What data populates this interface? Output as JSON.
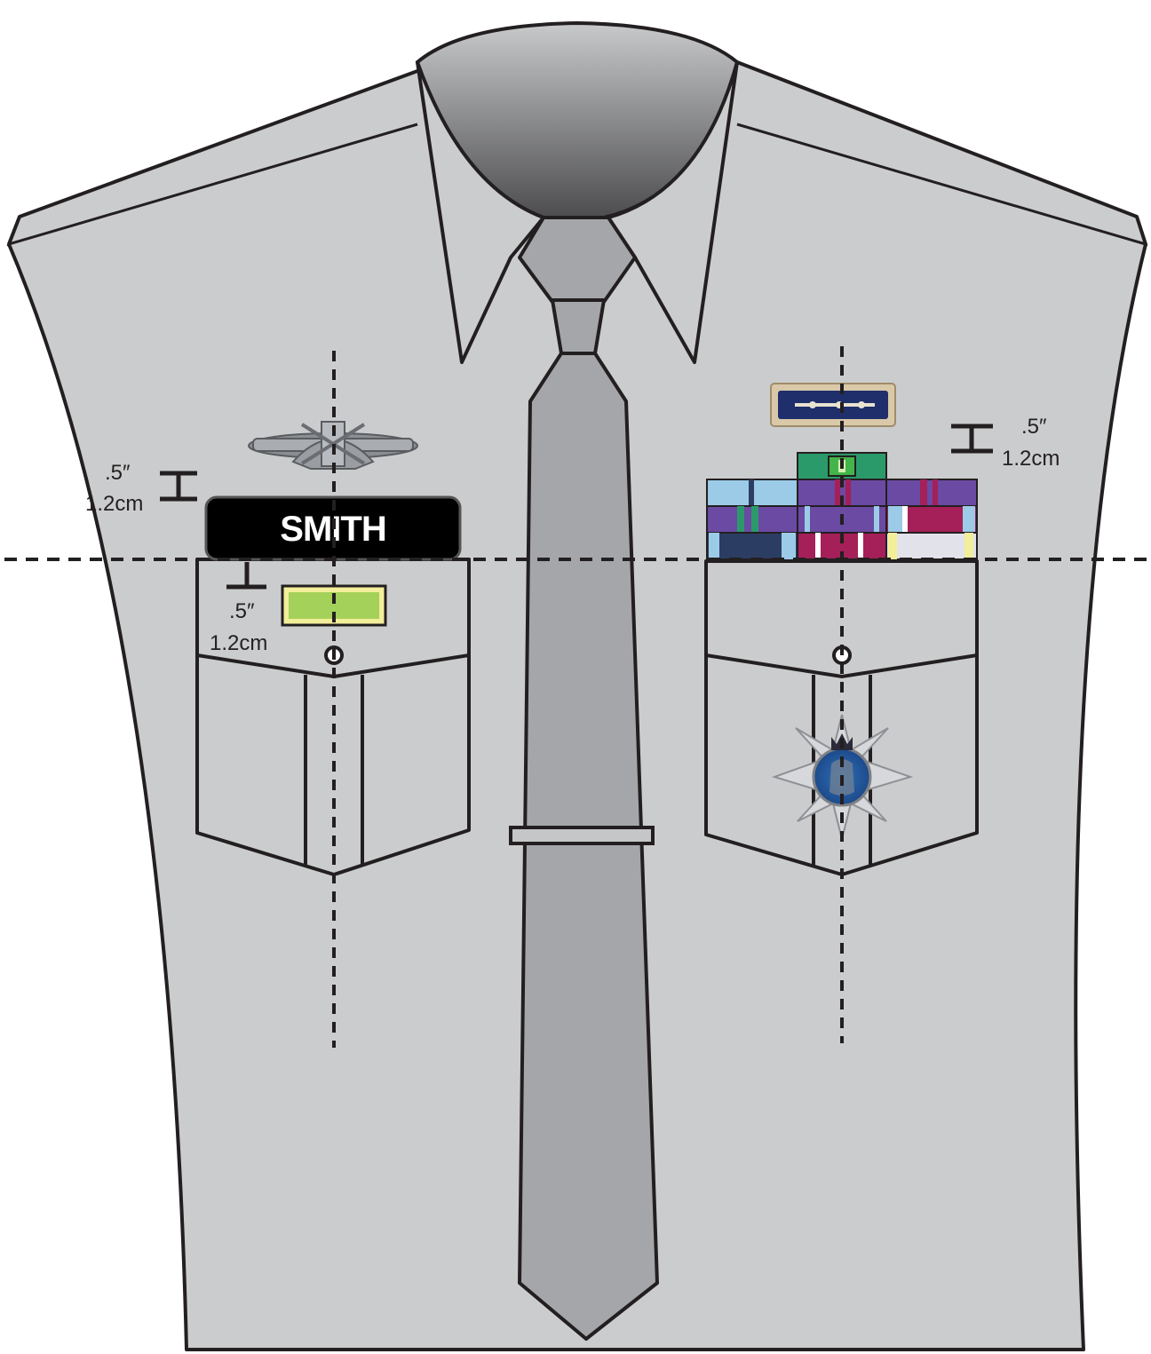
{
  "nameplate": {
    "name": "SMITH"
  },
  "measurements": {
    "left_upper": {
      "inches": ".5″",
      "cm": "1.2cm"
    },
    "left_lower": {
      "inches": ".5″",
      "cm": "1.2cm"
    },
    "right_upper": {
      "inches": ".5″",
      "cm": "1.2cm"
    }
  },
  "colors": {
    "shirt": "#cbcccd",
    "tie": "#a5a6a9",
    "outline": "#231f20",
    "nameplate": "#000000",
    "qualification_badge": "#a4d15a",
    "ribbon_purple": "#6a4aa3",
    "ribbon_light_blue": "#9ccbe8",
    "ribbon_green": "#2b9a6a",
    "ribbon_crimson": "#a51f58",
    "ribbon_navy": "#2c3d63",
    "unit_citation": "#1f2f6b"
  },
  "icons": {
    "left_badge": "warfare-badge-icon",
    "right_top_badge": "unit-citation-bar-icon",
    "right_pocket_badge": "star-crest-icon"
  }
}
